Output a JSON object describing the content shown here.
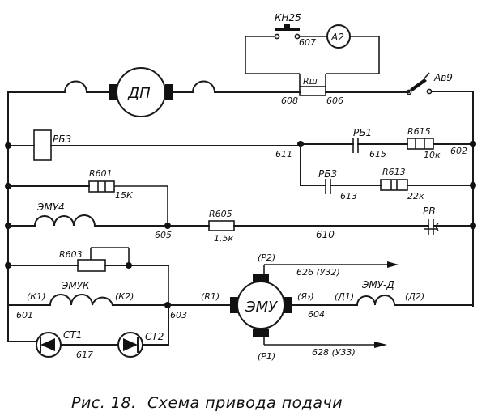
{
  "caption": {
    "figure": "Рис. 18.",
    "title": "Схема привода подачи"
  },
  "components": {
    "dp_motor": "ДП",
    "emu_machine": "ЭМУ",
    "ammeter": "А2",
    "button_kn25": "КН25",
    "shunt": "Rш",
    "breaker": "Ав9",
    "relay_coil_rb3": "РБ3",
    "contact_rb1": "РБ1",
    "contact_rb3": "РБ3",
    "contact_rv": "РВ",
    "r615": {
      "name": "R615",
      "value": "10к"
    },
    "r613": {
      "name": "R613",
      "value": "22к"
    },
    "r601": {
      "name": "R601",
      "value": "15К"
    },
    "r605": {
      "name": "R605",
      "value": "1,5к"
    },
    "r603": {
      "name": "R603"
    },
    "winding_emu4": "ЭМУ4",
    "winding_emuk": "ЭМУК",
    "winding_emud": "ЭМУ-Д",
    "st1": "СТ1",
    "st2": "СТ2"
  },
  "nodes": {
    "n607": "607",
    "n608": "608",
    "n606": "606",
    "n611": "611",
    "n615": "615",
    "n602": "602",
    "n613": "613",
    "n605": "605",
    "n610": "610",
    "n601": "601",
    "n603": "603",
    "n604": "604",
    "n617": "617"
  },
  "terminals": {
    "k1": "(К1)",
    "k2": "(К2)",
    "r1": "(R1)",
    "ya2": "(Я₂)",
    "d1": "(Д1)",
    "d2": "(Д2)",
    "p2": "(Р2)",
    "p1": "(Р1)"
  },
  "outputs": {
    "out626": "626 (У32)",
    "out628": "628 (У33)"
  }
}
